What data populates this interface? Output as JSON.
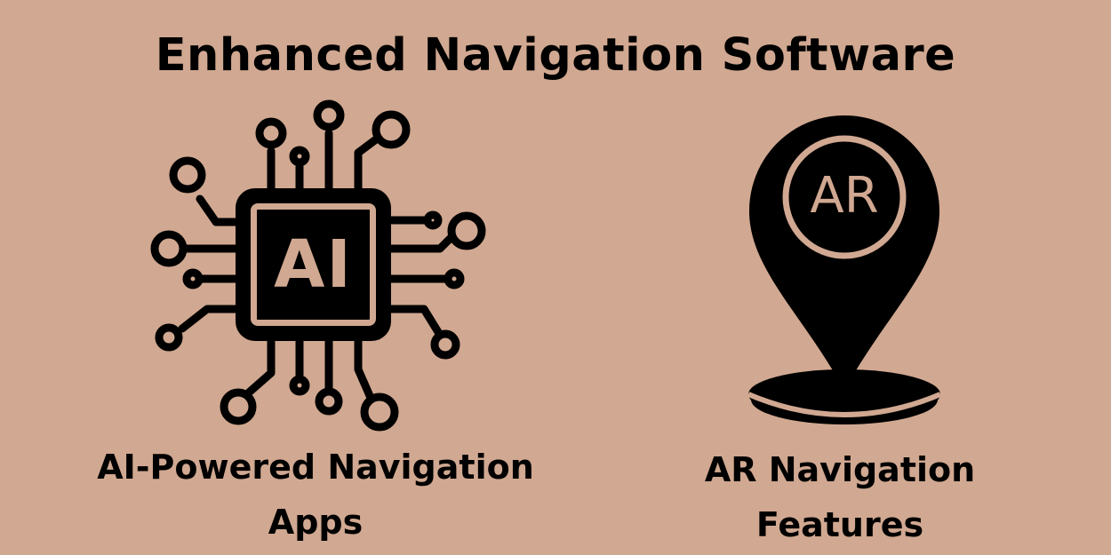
{
  "colors": {
    "background": "#d1a891",
    "foreground": "#000000"
  },
  "header": {
    "title": "Enhanced Navigation Software"
  },
  "features": [
    {
      "icon": "ai-chip-icon",
      "icon_text": "AI",
      "caption_line1": "AI-Powered Navigation",
      "caption_line2": "Apps"
    },
    {
      "icon": "ar-location-pin-icon",
      "icon_text": "AR",
      "caption_line1": "AR Navigation",
      "caption_line2": "Features"
    }
  ]
}
